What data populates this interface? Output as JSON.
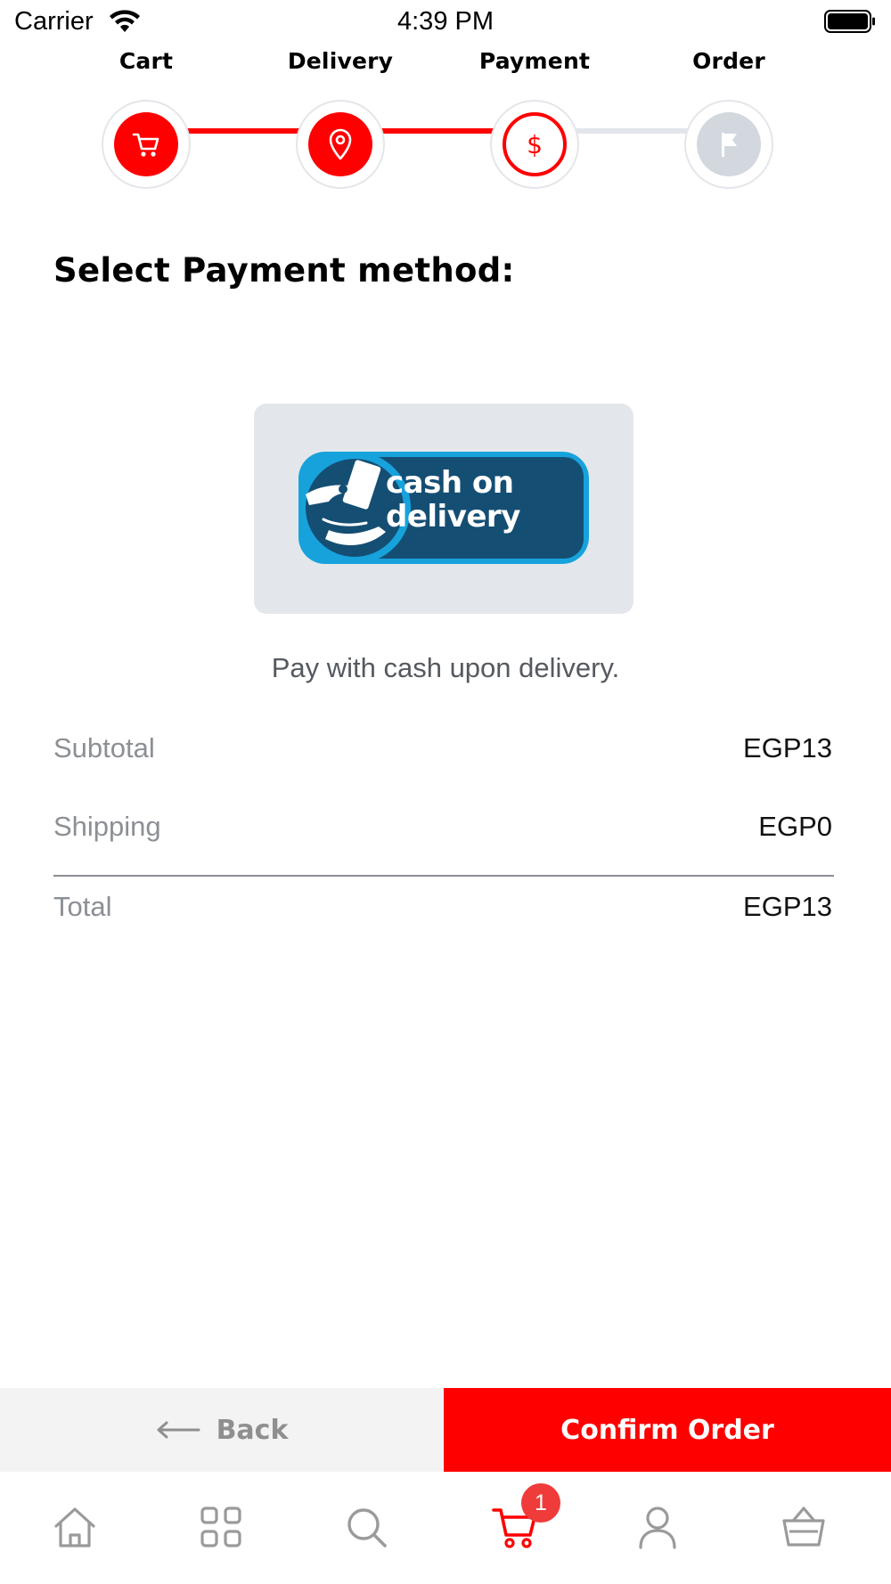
{
  "status_bar": {
    "carrier": "Carrier",
    "time": "4:39 PM"
  },
  "stepper": {
    "steps": [
      {
        "label": "Cart",
        "state": "done",
        "icon": "cart-icon"
      },
      {
        "label": "Delivery",
        "state": "done",
        "icon": "location-pin-icon"
      },
      {
        "label": "Payment",
        "state": "current",
        "icon": "dollar-icon"
      },
      {
        "label": "Order",
        "state": "todo",
        "icon": "flag-icon"
      }
    ]
  },
  "section_title": "Select Payment method:",
  "payment_method": {
    "logo_line1": "cash on",
    "logo_line2": "delivery",
    "description": "Pay with cash upon delivery."
  },
  "summary": {
    "subtotal_label": "Subtotal",
    "subtotal_value": "EGP13",
    "shipping_label": "Shipping",
    "shipping_value": "EGP0",
    "total_label": "Total",
    "total_value": "EGP13"
  },
  "actions": {
    "back_label": "Back",
    "confirm_label": "Confirm Order"
  },
  "tab_bar": {
    "tabs": [
      "home-icon",
      "categories-icon",
      "search-icon",
      "cart-icon",
      "account-icon",
      "basket-icon"
    ],
    "active": "cart-icon",
    "cart_badge": "1"
  },
  "colors": {
    "accent": "#ff0000",
    "inactive": "#d3d8df",
    "badge": "#f03b3b",
    "logo_dark": "#154e73",
    "logo_light": "#17a2dc"
  }
}
